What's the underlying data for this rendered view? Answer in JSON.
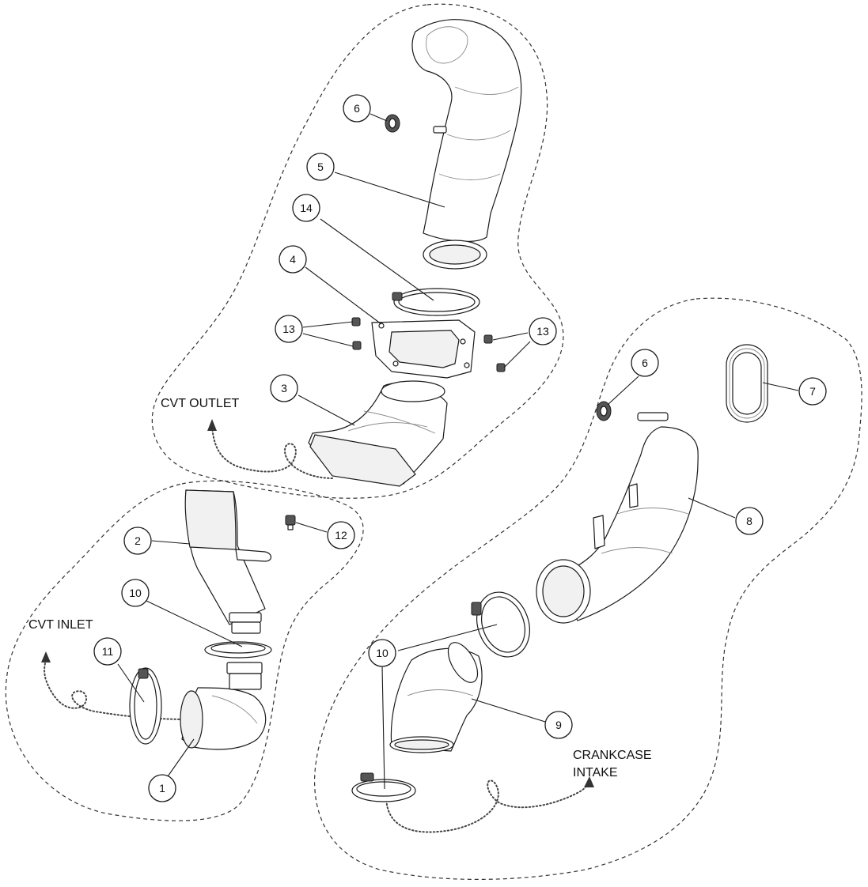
{
  "zones": {
    "cvt_outlet": "CVT OUTLET",
    "cvt_inlet": "CVT INLET",
    "crankcase_intake_line1": "CRANKCASE",
    "crankcase_intake_line2": "INTAKE"
  },
  "callouts": {
    "c1": "1",
    "c2": "2",
    "c3": "3",
    "c4": "4",
    "c5": "5",
    "c6a": "6",
    "c6b": "6",
    "c7": "7",
    "c8": "8",
    "c9": "9",
    "c10a": "10",
    "c10b": "10",
    "c11": "11",
    "c12": "12",
    "c13a": "13",
    "c13b": "13",
    "c14": "14"
  }
}
